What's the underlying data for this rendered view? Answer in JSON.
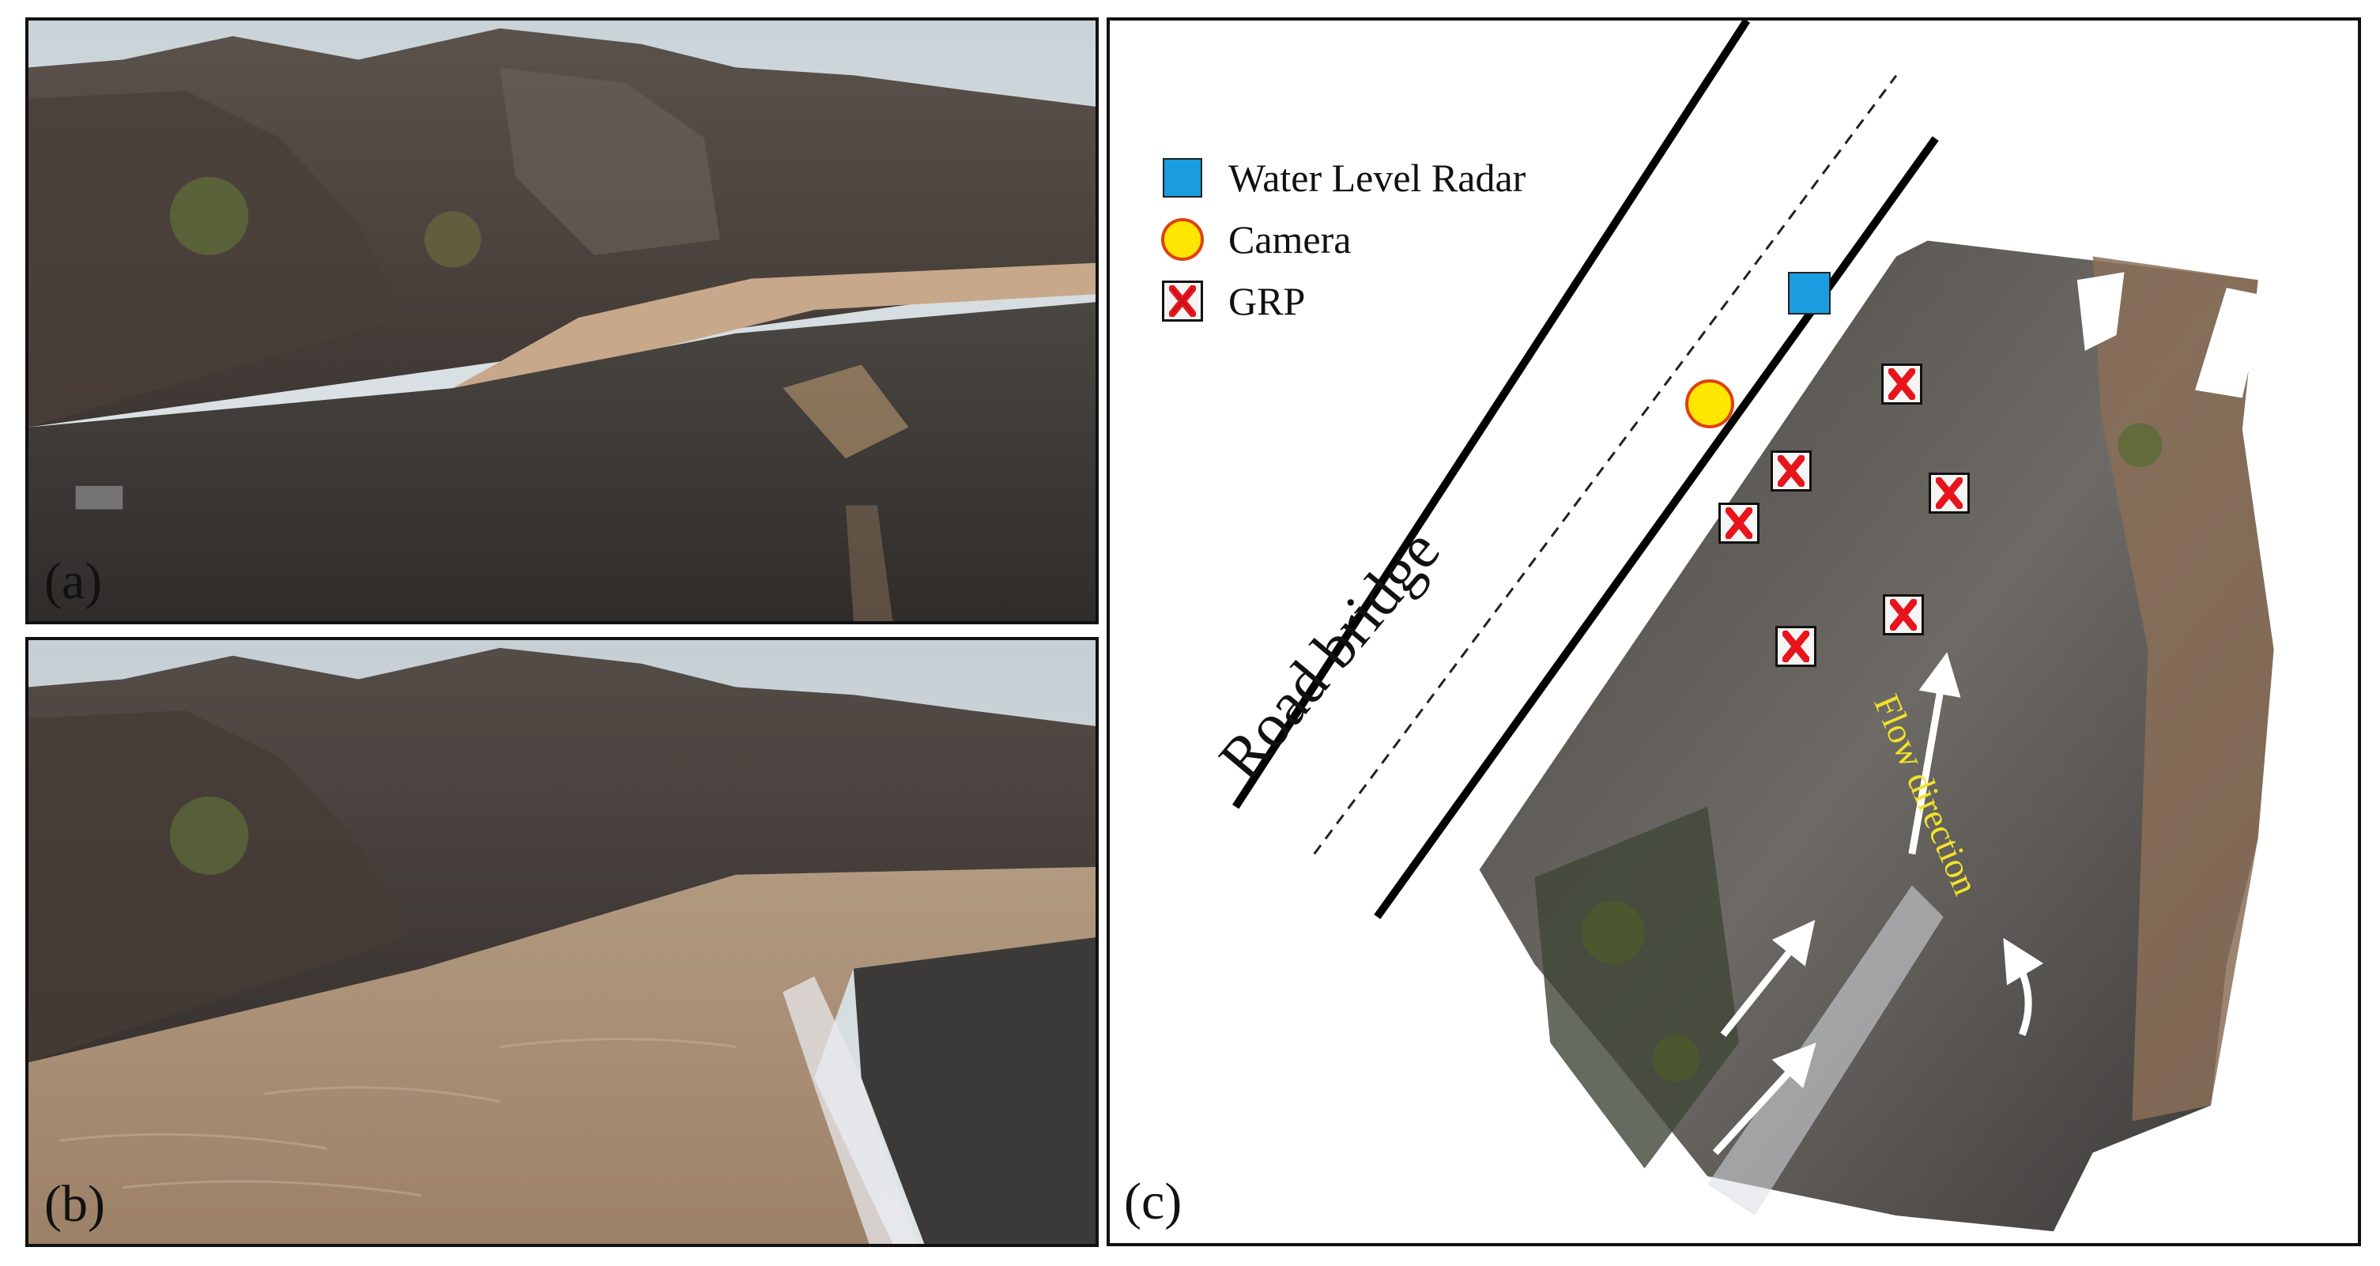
{
  "panels": {
    "a": {
      "label": "(a)"
    },
    "b": {
      "label": "(b)"
    },
    "c": {
      "label": "(c)",
      "legend": [
        {
          "icon": "blue-square-icon",
          "text": "Water Level Radar"
        },
        {
          "icon": "yellow-circle-icon",
          "text": "Camera"
        },
        {
          "icon": "grp-cross-icon",
          "text": "GRP"
        }
      ],
      "road_label": "Road bridge",
      "flow_label": "Flow direction"
    }
  },
  "colors": {
    "radar": "#1a9ce0",
    "camera_fill": "#ffe600",
    "camera_stroke": "#e04010",
    "grp_cross": "#e8141c",
    "flow_text": "#f2e22a"
  }
}
